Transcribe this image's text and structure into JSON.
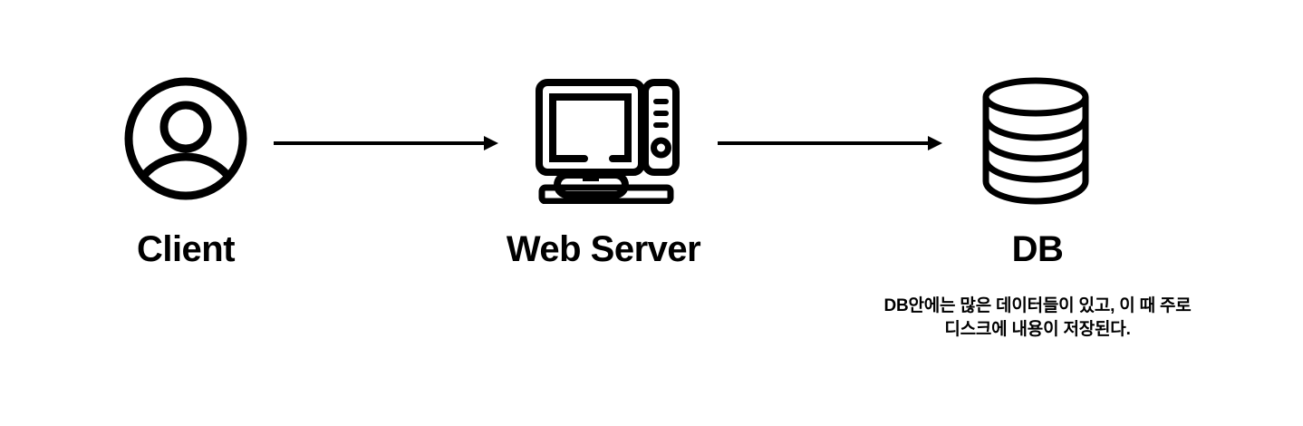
{
  "diagram": {
    "background_color": "#ffffff",
    "stroke_color": "#000000",
    "nodes": [
      {
        "id": "client",
        "label": "Client",
        "icon": "user-circle-icon"
      },
      {
        "id": "web-server",
        "label": "Web Server",
        "icon": "desktop-computer-icon"
      },
      {
        "id": "db",
        "label": "DB",
        "icon": "database-cylinder-icon"
      }
    ],
    "arrows": [
      {
        "id": "client-to-server",
        "from": "client",
        "to": "web-server",
        "direction": "right"
      },
      {
        "id": "server-to-db",
        "from": "web-server",
        "to": "db",
        "direction": "right"
      }
    ],
    "captions": {
      "db_note_line1": "DB안에는 많은 데이터들이 있고, 이 때 주로",
      "db_note_line2": "디스크에 내용이 저장된다."
    }
  }
}
